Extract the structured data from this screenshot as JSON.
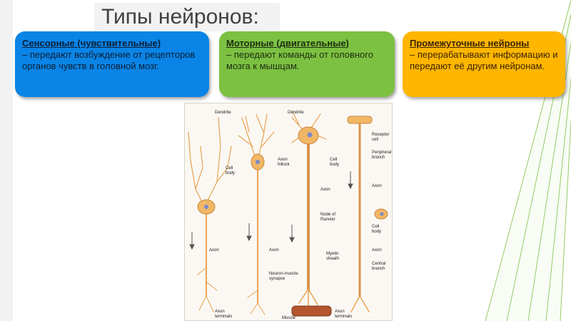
{
  "slide": {
    "title": "Типы нейронов:"
  },
  "cards": [
    {
      "heading": "Сенсорные (чувствительные)",
      "body": "– передают возбуждение от рецепторов органов чувств в головной мозг."
    },
    {
      "heading": "Моторные (двигательные)",
      "body": "– передают команды от головного мозга к мышцам."
    },
    {
      "heading": "Промежуточные нейроны",
      "body": "– перерабатывают информацию и передают её другим нейронам."
    }
  ],
  "figure_labels": {
    "dendrite1": "Dendrite",
    "dendrite2": "Dendrite",
    "cell_body1": "Cell",
    "cell_body1b": "body",
    "axon_hillock": "Axon",
    "axon_hillock_b": "hillock",
    "cell_body2": "Cell",
    "cell_body2b": "body",
    "receptor": "Receptor",
    "receptor_b": "cell",
    "peripheral": "Peripheral",
    "peripheral_b": "branch",
    "axon1": "Axon",
    "axon2": "Axon",
    "axon3": "Axon",
    "axon4": "Axon",
    "node": "Node of",
    "node_b": "Ranvier",
    "cell_body3": "Cell",
    "cell_body3b": "body",
    "axon5": "Axon",
    "myelin": "Myelin",
    "myelin_b": "sheath",
    "central": "Central",
    "central_b": "branch",
    "synapse": "Neuron-muscle",
    "synapse_b": "synapse",
    "terminals1": "Axon",
    "terminals1b": "terminals",
    "muscle": "Muscle",
    "terminals2": "Axon",
    "terminals2b": "terminals"
  },
  "colors": {
    "blue": "#0a84e6",
    "green": "#7cc142",
    "orange": "#ffb600",
    "neuron": "#e8a352"
  }
}
